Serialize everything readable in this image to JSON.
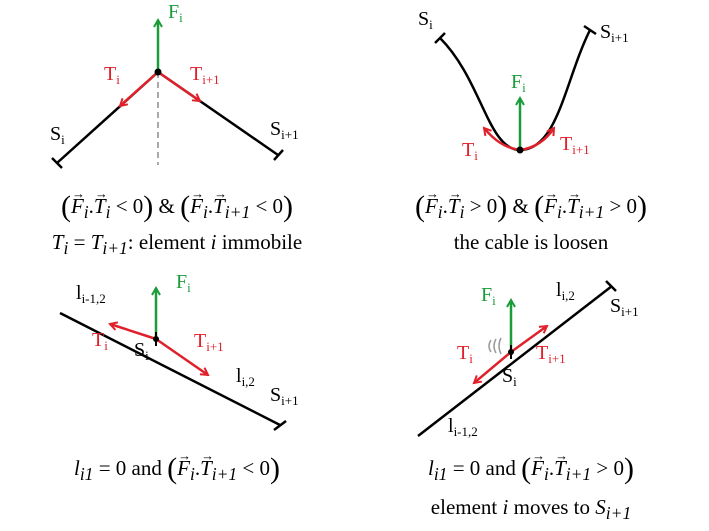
{
  "panels": [
    {
      "labels": {
        "Fi": "F",
        "Fi_sub": "i",
        "Ti": "T",
        "Ti_sub": "i",
        "Ti1": "T",
        "Ti1_sub": "i+1",
        "Si": "S",
        "Si_sub": "i",
        "Si1": "S",
        "Si1_sub": "i+1"
      },
      "caption": {
        "line1_ineq1": "< 0",
        "line1_amp": "&",
        "line1_ineq2": "< 0",
        "line2_eq": "T_i = T_{i+1}",
        "line2_text": "element i immobile"
      }
    },
    {
      "labels": {
        "Fi": "F",
        "Fi_sub": "i",
        "Ti": "T",
        "Ti_sub": "i",
        "Ti1": "T",
        "Ti1_sub": "i+1",
        "Si": "S",
        "Si_sub": "i",
        "Si1": "S",
        "Si1_sub": "i+1"
      },
      "caption": {
        "line1_ineq1": "> 0",
        "line1_amp": "&",
        "line1_ineq2": "> 0",
        "line2_text": "the cable is loosen"
      }
    },
    {
      "labels": {
        "Fi": "F",
        "Fi_sub": "i",
        "Ti": "T",
        "Ti_sub": "i",
        "Ti1": "T",
        "Ti1_sub": "i+1",
        "Si": "S",
        "Si_sub": "i",
        "Si1": "S",
        "Si1_sub": "i+1",
        "l_prev": "l",
        "l_prev_sub": "i-1,2",
        "l_cur": "l",
        "l_cur_sub": "i,2"
      },
      "caption": {
        "line1_lhs": "l_{i1} = 0",
        "line1_and": "and",
        "line1_ineq": "< 0"
      }
    },
    {
      "labels": {
        "Fi": "F",
        "Fi_sub": "i",
        "Ti": "T",
        "Ti_sub": "i",
        "Ti1": "T",
        "Ti1_sub": "i+1",
        "Si": "S",
        "Si_sub": "i",
        "Si1": "S",
        "Si1_sub": "i+1",
        "l_prev": "l",
        "l_prev_sub": "i-1,2",
        "l_cur": "l",
        "l_cur_sub": "i,2"
      },
      "caption": {
        "line1_lhs": "l_{i1} = 0",
        "line1_and": "and",
        "line1_ineq": "> 0",
        "line2_text": "element i moves to S_{i+1}"
      }
    }
  ],
  "colors": {
    "force": "#1a9c3a",
    "tension": "#e0202a",
    "cable": "#000000"
  }
}
